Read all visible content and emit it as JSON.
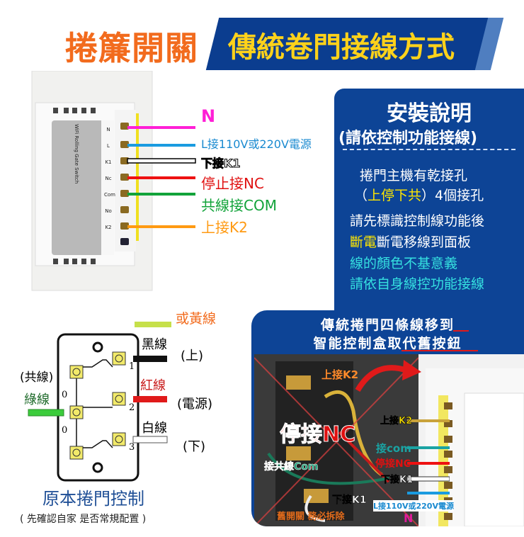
{
  "header": {
    "title": "捲簾開關",
    "banner": "傳統卷門接線方式"
  },
  "device_labels": {
    "module_terminals": [
      "N",
      "L",
      "K1",
      "Nc",
      "Com",
      "No",
      "K2"
    ],
    "module_title": "WiFi Rolling Gate Switch"
  },
  "wires": [
    {
      "label": "N",
      "color": "#ff1fd6"
    },
    {
      "label": "L接110V或220V電源",
      "color": "#1a9be0"
    },
    {
      "label": "下接K1",
      "color": "#ffffff"
    },
    {
      "label": "停止接NC",
      "color": "#ee1111"
    },
    {
      "label": "共線接COM",
      "color": "#12a33a"
    },
    {
      "label": "上接K2",
      "color": "#ff9a12"
    }
  ],
  "info": {
    "title": "安裝說明",
    "subtitle": "(請依控制功能接線)",
    "line1": "捲門主機有乾接孔",
    "line2_open": "（",
    "line2_highlight": "上停下共",
    "line2_rest": "）4個接孔",
    "line3": "請先標識控制線功能後",
    "line4_highlight": "斷電",
    "line4_rest": "斷電移線到面板",
    "line5": "線的顏色不基意義",
    "line6": "請依自身線控功能接線",
    "highlight_color": "#ffe600",
    "cyan_color": "#35e0e0"
  },
  "diagram": {
    "or_yellow": "或黃線",
    "black_wire": "黑線",
    "up": "(上)",
    "red_wire": "紅線",
    "power": "(電源)",
    "white_wire": "白線",
    "down": "(下)",
    "common": "(共線)",
    "green_wire": "綠線",
    "nums": [
      "1",
      "2",
      "3",
      "0",
      "0"
    ],
    "title": "原本捲門控制",
    "note": "( 先確認自家 是否常規配置 )"
  },
  "panel": {
    "head1": "傳統捲門四條線移到",
    "head2": "智能控制盒取代舊按鈕",
    "old_k2": "上接K2",
    "old_nc": "停接NC",
    "old_com": "接共線Com",
    "old_k1": "下接K1",
    "remove": "舊開關 務必拆除",
    "new": [
      {
        "label": "上接K2",
        "color": "#c9a23a"
      },
      {
        "label": "接com",
        "color": "#1aa3a3"
      },
      {
        "label": "停接NC",
        "color": "#ee1111"
      },
      {
        "label": "下接K1",
        "color": "#ffffff"
      },
      {
        "label": "L接110V或220V電源",
        "color": "#1a9be0"
      },
      {
        "label": "N",
        "color": "#e01a9b"
      }
    ]
  }
}
